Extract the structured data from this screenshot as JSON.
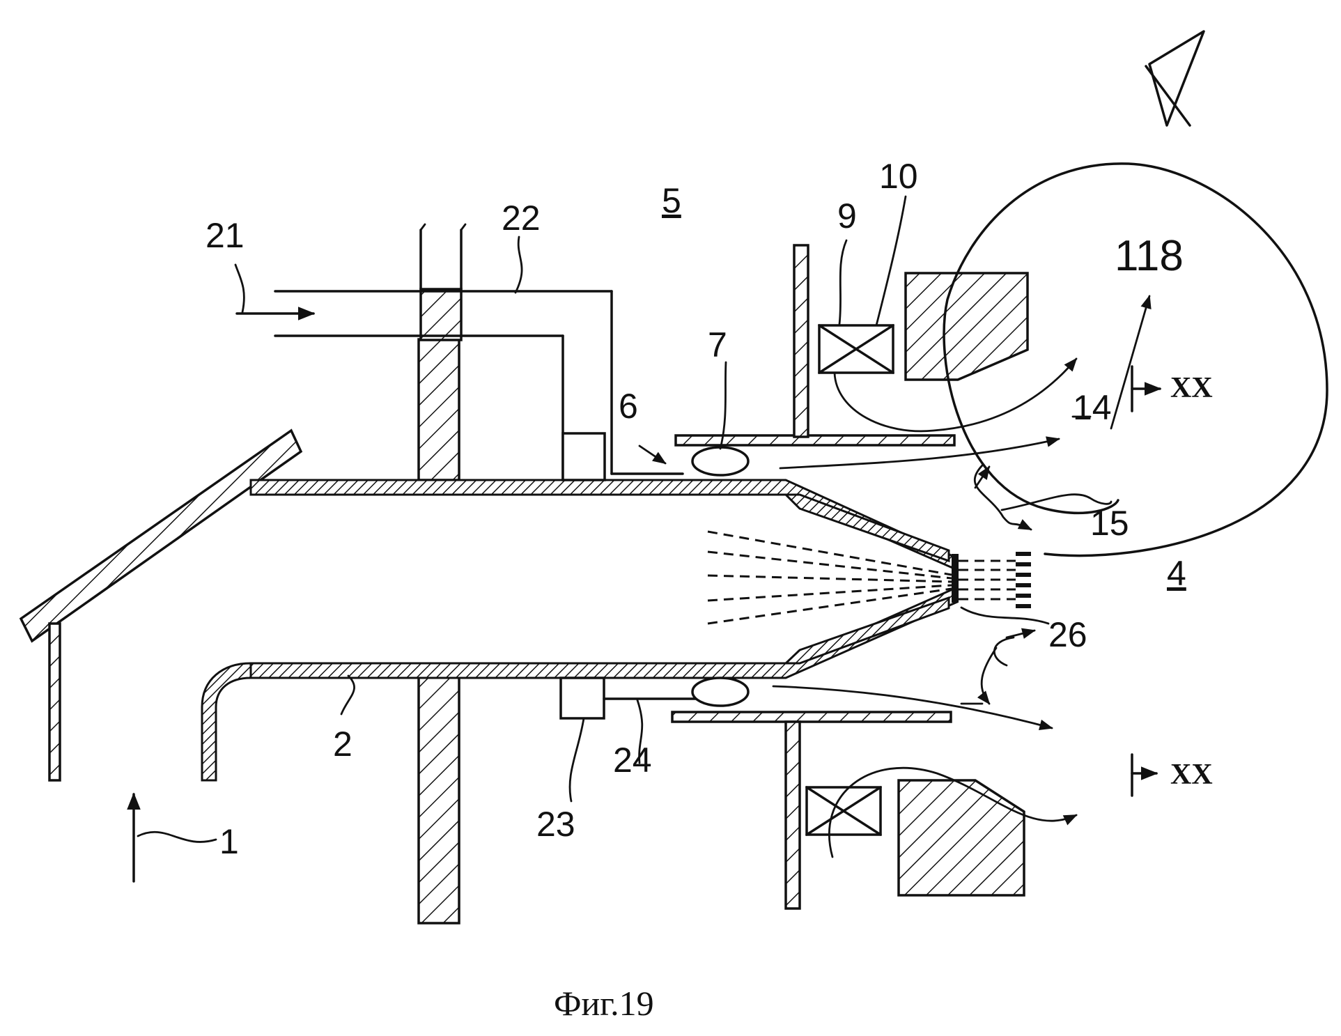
{
  "labels": {
    "l1": "1",
    "l2": "2",
    "l4": "4",
    "l5": "5",
    "l6": "6",
    "l7": "7",
    "l9": "9",
    "l10": "10",
    "l14": "14",
    "l15": "15",
    "l21": "21",
    "l22": "22",
    "l23": "23",
    "l24": "24",
    "l26": "26",
    "l118": "118",
    "section_top": "XX",
    "section_bottom": "XX"
  },
  "caption": "Фиг.19",
  "colors": {
    "ink": "#111111",
    "background": "#ffffff"
  }
}
